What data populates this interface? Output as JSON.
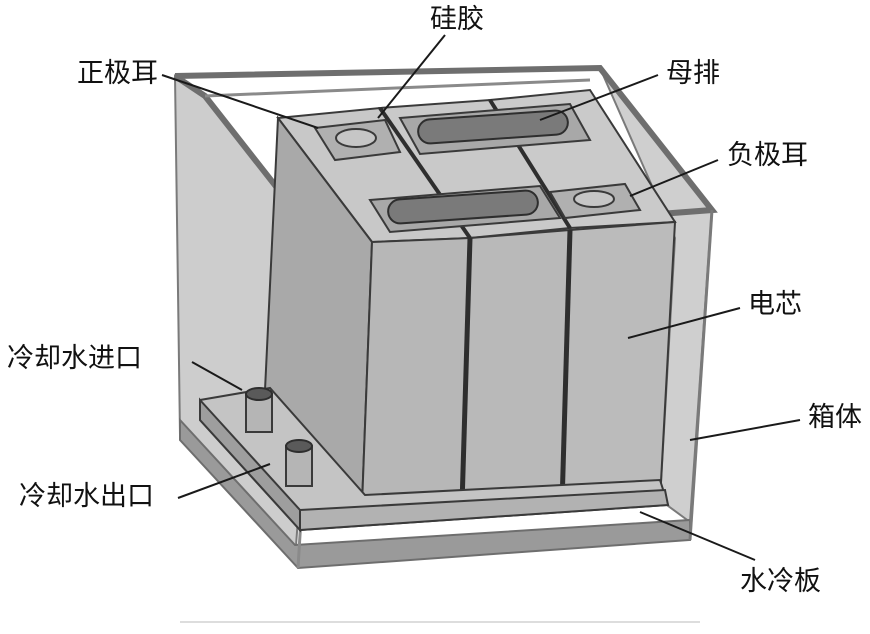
{
  "labels": {
    "silicone": "硅胶",
    "positive_tab": "正极耳",
    "busbar": "母排",
    "negative_tab": "负极耳",
    "cell": "电芯",
    "coolant_inlet": "冷却水进口",
    "housing": "箱体",
    "coolant_outlet": "冷却水出口",
    "cold_plate": "水冷板"
  },
  "colors": {
    "background": "#ffffff",
    "label_text": "#111111",
    "leader_line": "#1a1a1a",
    "housing_edge": "#6e6e6e",
    "cell_face": "#b9b9b9",
    "cell_dark": "#3a3a3a",
    "plate": "#c4c4c4"
  }
}
